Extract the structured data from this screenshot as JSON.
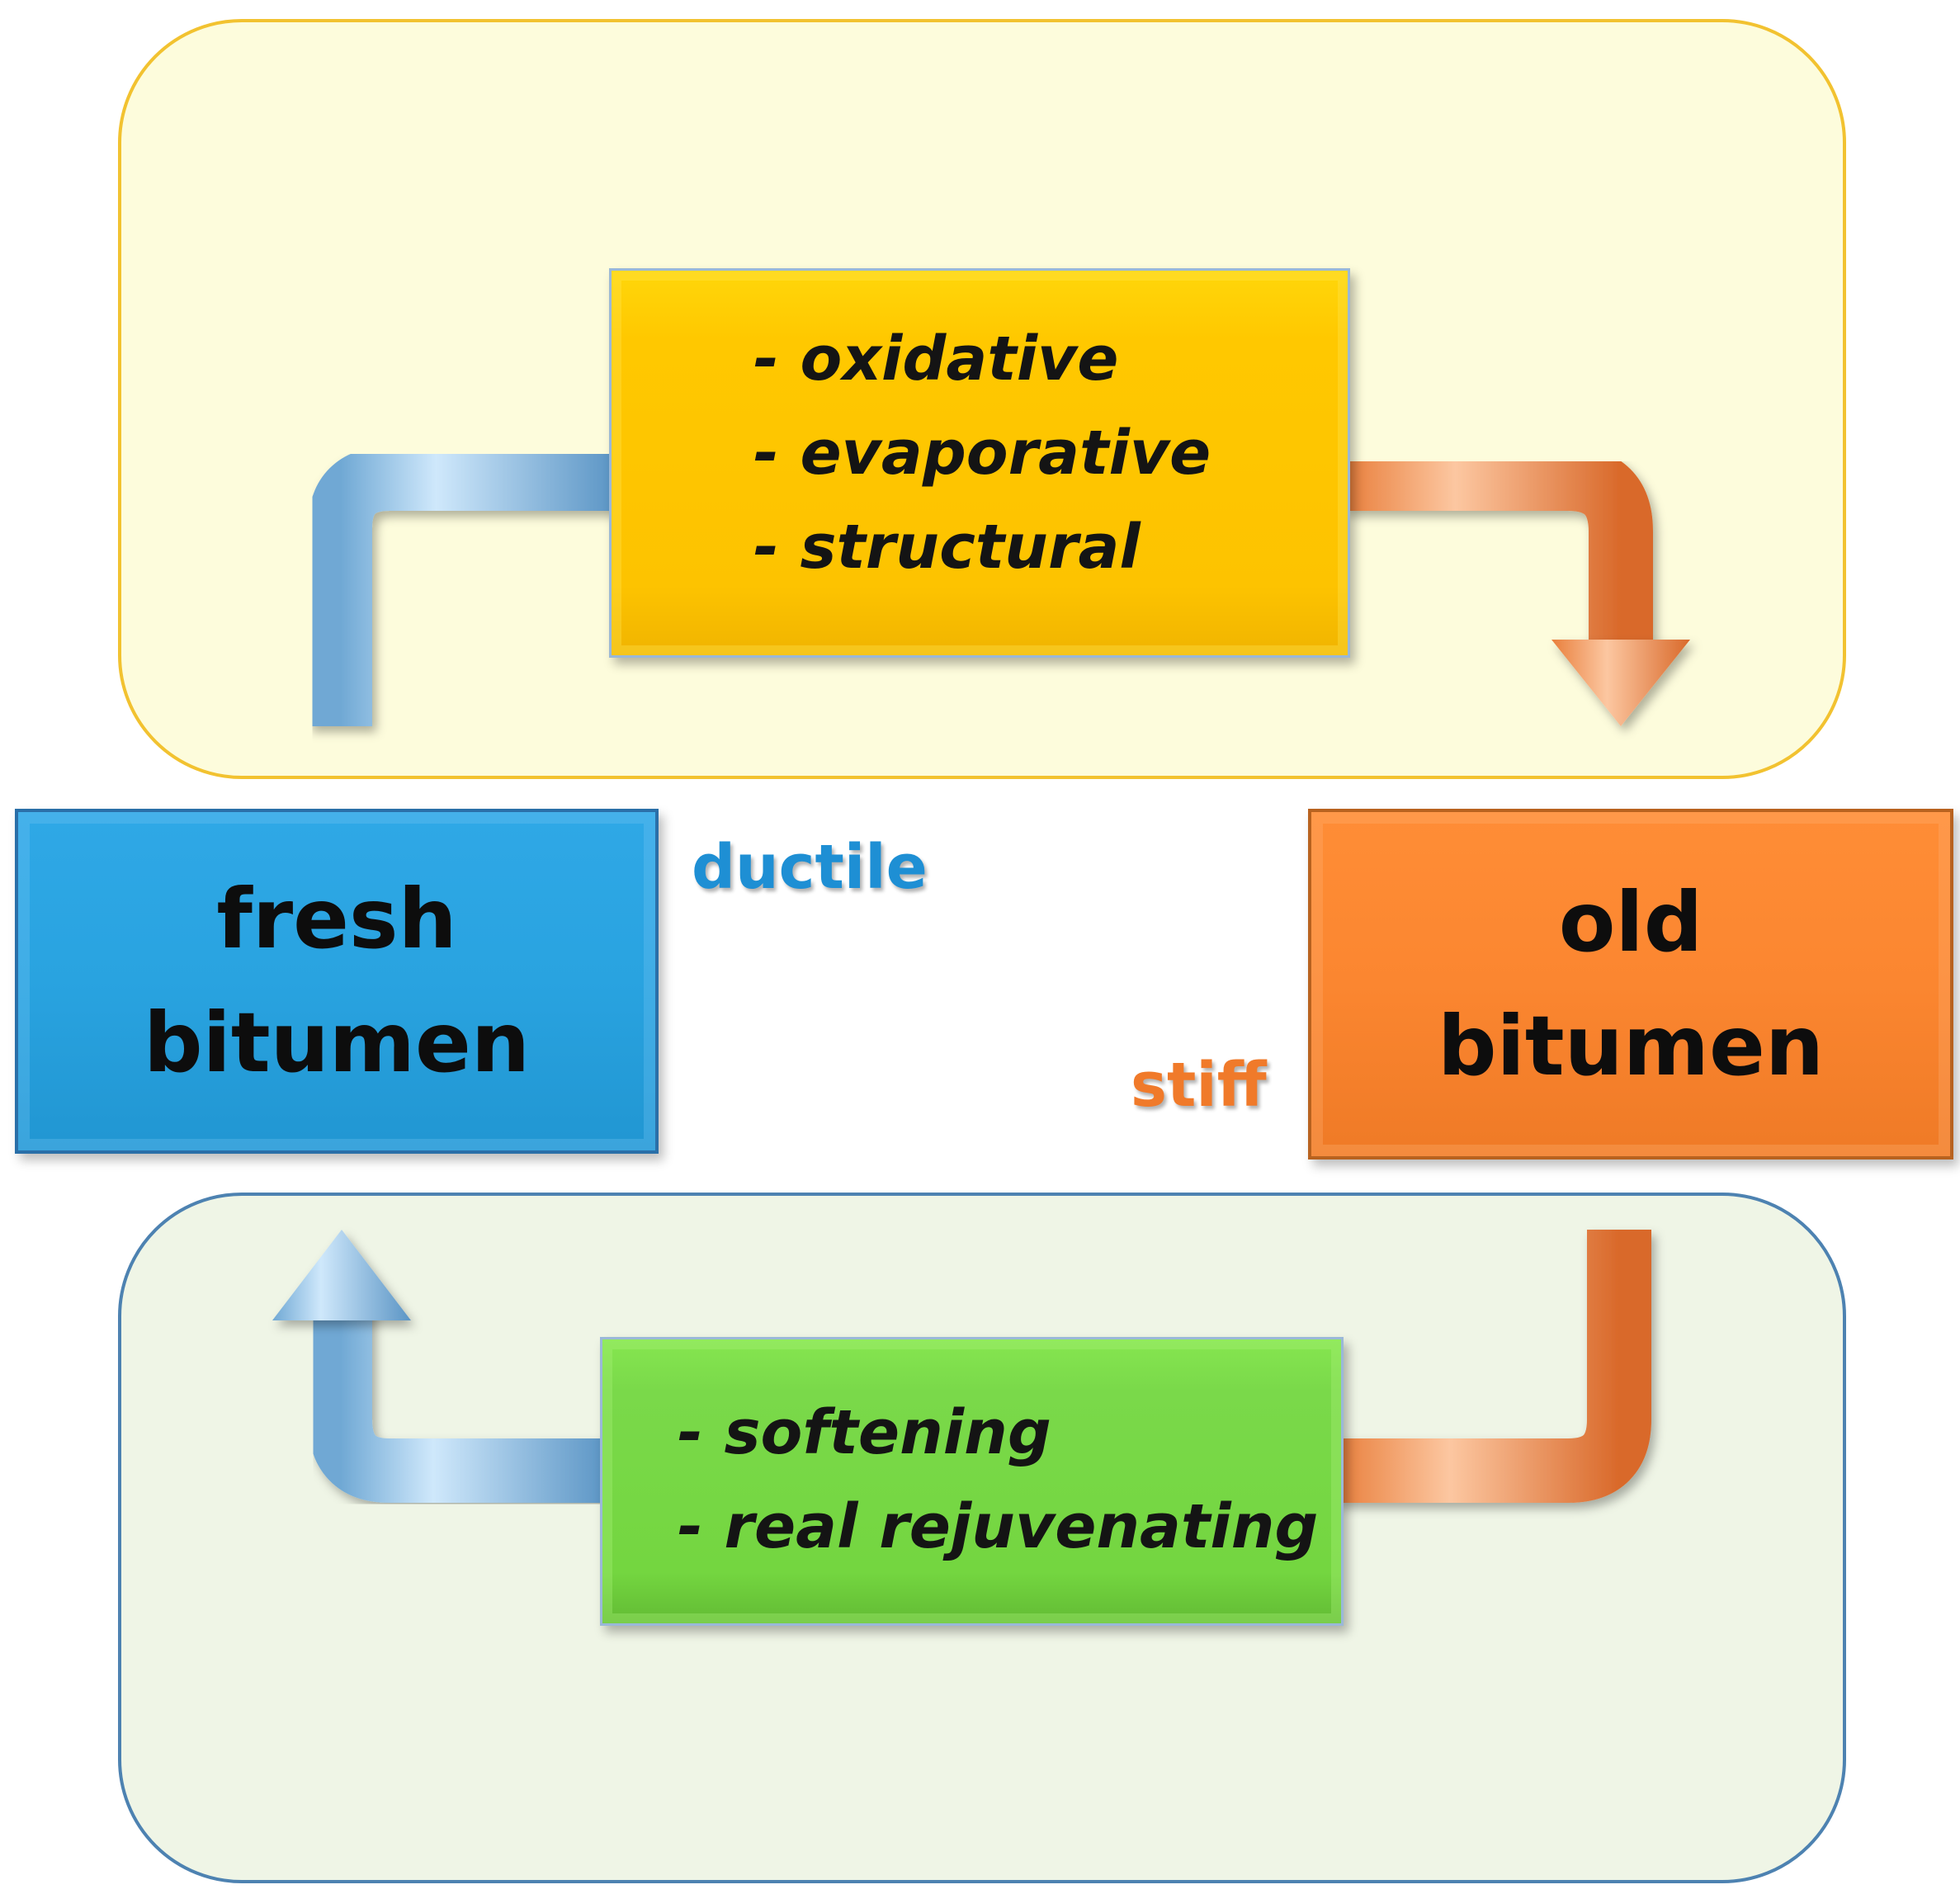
{
  "aging": {
    "items": [
      "- oxidative",
      "- evaporative",
      "- structural"
    ],
    "colors": {
      "panel": "#fdfcdc",
      "panel_border": "#f2c230",
      "box": "#ffc800"
    }
  },
  "rejuvenation": {
    "items": [
      "- softening",
      "- real rejuvenating"
    ],
    "colors": {
      "panel": "#eff5e6",
      "panel_border": "#4d82b1",
      "box": "#7ad94a"
    }
  },
  "states": {
    "fresh": {
      "lines": [
        "fresh",
        "bitumen"
      ],
      "color": "#29a3e0"
    },
    "old": {
      "lines": [
        "old",
        "bitumen"
      ],
      "color": "#fb8630"
    }
  },
  "properties": {
    "ductile": {
      "label": "ductile",
      "color": "#1e8fd4"
    },
    "stiff": {
      "label": "stiff",
      "color": "#f07a2a"
    }
  },
  "arrow_colors": {
    "blue": "#8ec6ec",
    "orange": "#f7a06a"
  }
}
